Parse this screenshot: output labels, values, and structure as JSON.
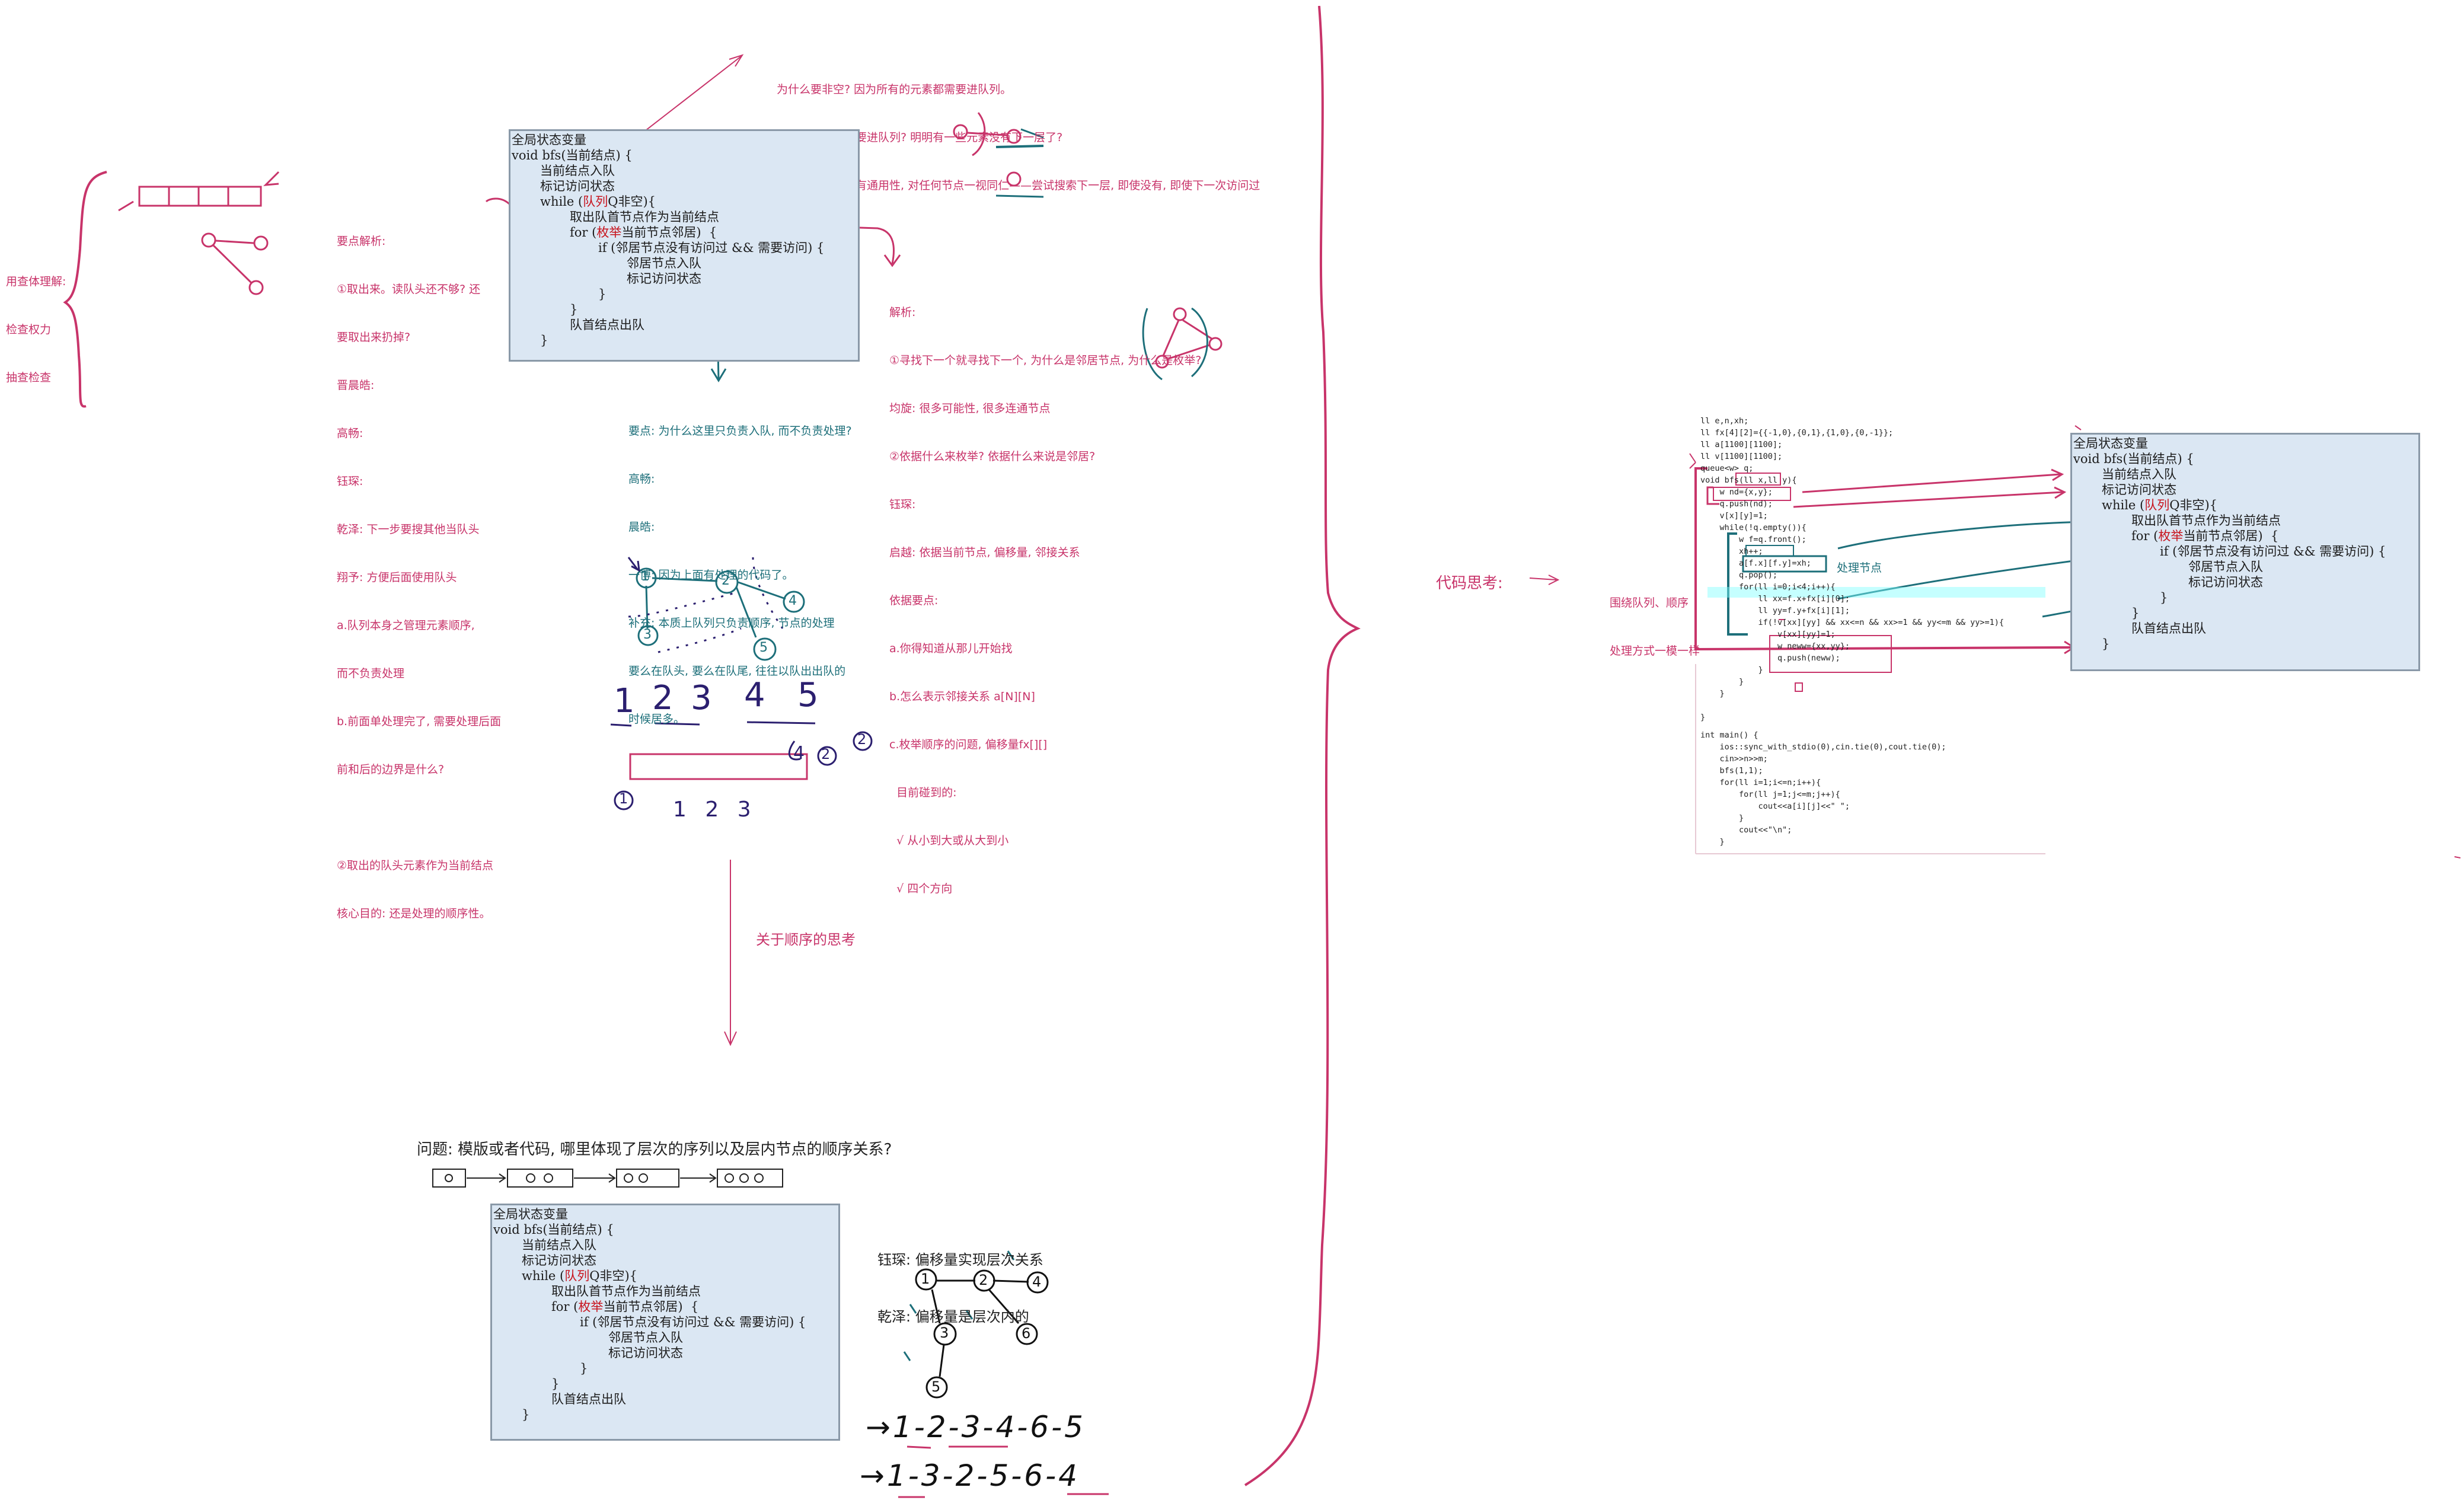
{
  "left_notes": {
    "brace_note": [
      "用查体理解:",
      "检查权力",
      "抽查检查"
    ],
    "key_points": [
      "要点解析:",
      "①取出来。读队头还不够? 还",
      "要取出来扔掉?",
      "晋晨皓:",
      "高畅:",
      "钰琛:",
      "乾泽: 下一步要搜其他当队头",
      "翔予: 方便后面使用队头",
      "a.队列本身之管理元素顺序,",
      "而不负责处理",
      "b.前面单处理完了, 需要处理后面",
      "前和后的边界是什么?",
      "",
      "②取出的队头元素作为当前结点",
      "核心目的: 还是处理的顺序性。"
    ]
  },
  "top_notes": [
    "为什么要非空? 因为所有的元素都需要进队列。",
    "为什么所有的都要进队列? 明明有一些元素没有下一层了?",
    "因为我们搜索具有通用性, 对任何节点一视同仁——尝试搜索下一层, 即使没有, 即使下一次访问过"
  ],
  "right_notes": [
    "解析:",
    "①寻找下一个就寻找下一个, 为什么是邻居节点, 为什么是枚举?",
    "均旋: 很多可能性, 很多连通节点",
    "②依据什么来枚举? 依据什么来说是邻居?",
    "钰琛:",
    "启越: 依据当前节点, 偏移量, 邻接关系",
    "依据要点:",
    "a.你得知道从那儿开始找",
    "b.怎么表示邻接关系 a[N][N]",
    "c.枚举顺序的问题, 偏移量fx[][]",
    "  目前碰到的:",
    "  √ 从小到大或从大到小",
    "  √ 四个方向"
  ],
  "mid_notes": [
    "要点: 为什么这里只负责入队, 而不负责处理?",
    "高畅:",
    "晨皓:",
    "一博: 因为上面有处理的代码了。",
    "补充: 本质上队列只负责顺序, 节点的处理",
    "要么在队头, 要么在队尾, 往往以队出出队的",
    "时候居多。"
  ],
  "pseudo_code": {
    "title": "全局状态变量",
    "l1": "void bfs(当前结点) {",
    "l2": "当前结点入队",
    "l3": "标记访问状态",
    "l4a": "while (",
    "l4b": "队列",
    "l4c": "Q非空){",
    "l5": "取出队首节点作为当前结点",
    "l6a": "for (",
    "l6b": "枚举",
    "l6c": "当前节点邻居)  {",
    "l7": "if (邻居节点没有访问过 && 需要访问) {",
    "l8": "邻居节点入队",
    "l9": "标记访问状态",
    "l10": "}",
    "l11": "}",
    "l12": "队首结点出队",
    "l13": "}"
  },
  "graph1": {
    "nodes": [
      "1",
      "2",
      "3",
      "4",
      "5"
    ],
    "order": [
      "1",
      "2",
      "3",
      "4",
      "5"
    ],
    "queue_labels": [
      "4",
      "2",
      "1"
    ],
    "under": "1 2 3"
  },
  "arrow_caption": "关于顺序的思考",
  "question": "问题: 模版或者代码, 哪里体现了层次的序列以及层内节点的顺序关系?",
  "bottom_notes": [
    "钰琛: 偏移量实现层次关系",
    "乾泽: 偏移量是层次内的"
  ],
  "graph2": {
    "nodes": [
      "1",
      "2",
      "4",
      "3",
      "6",
      "5"
    ],
    "seq1": "→1-2-3-4-6-5",
    "seq2": "→1-3-2-5-6-4"
  },
  "code_thinking": "代码思考:",
  "side_notes": [
    "围绕队列、顺序",
    "处理方式一模一样"
  ],
  "process_note": "处理节点",
  "source_code": [
    "ll e,n,xh;",
    "ll fx[4][2]={{-1,0},{0,1},{1,0},{0,-1}};",
    "ll a[1100][1100];",
    "ll v[1100][1100];",
    "queue<w> q;",
    "void bfs(ll x,ll y){",
    "    w nd={x,y};",
    "    q.push(nd);",
    "    v[x][y]=1;",
    "    while(!q.empty()){",
    "        w f=q.front();",
    "        xh++;",
    "        a[f.x][f.y]=xh;",
    "        q.pop();",
    "        for(ll i=0;i<4;i++){",
    "            ll xx=f.x+fx[i][0];",
    "            ll yy=f.y+fx[i][1];",
    "            if(!v[xx][yy] && xx<=n && xx>=1 && yy<=m && yy>=1){",
    "                v[xx][yy]=1;",
    "                w neww={xx,yy};",
    "                q.push(neww);",
    "            }",
    "        }",
    "    }",
    "}",
    "int main() {",
    "    ios::sync_with_stdio(0),cin.tie(0),cout.tie(0);",
    "    cin>>n>>m;",
    "    bfs(1,1);",
    "    for(ll i=1;i<=n;i++){",
    "        for(ll j=1;j<=m;j++){",
    "            cout<<a[i][j]<<\" \";",
    "        }",
    "        cout<<\"\\n\";",
    "    }"
  ]
}
